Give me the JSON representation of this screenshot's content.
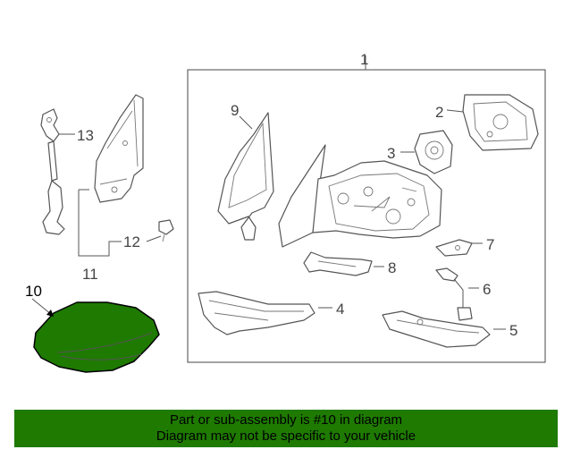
{
  "diagram": {
    "callouts": {
      "c1": "1",
      "c2": "2",
      "c3": "3",
      "c4": "4",
      "c5": "5",
      "c6": "6",
      "c7": "7",
      "c8": "8",
      "c9": "9",
      "c10": "10",
      "c11": "11",
      "c12": "12",
      "c13": "13"
    },
    "highlight_color": "#1e7a00",
    "highlighted_part": "10"
  },
  "banner": {
    "line1": "Part or sub-assembly is #10 in diagram",
    "line2": "Diagram may not be specific to your vehicle"
  }
}
